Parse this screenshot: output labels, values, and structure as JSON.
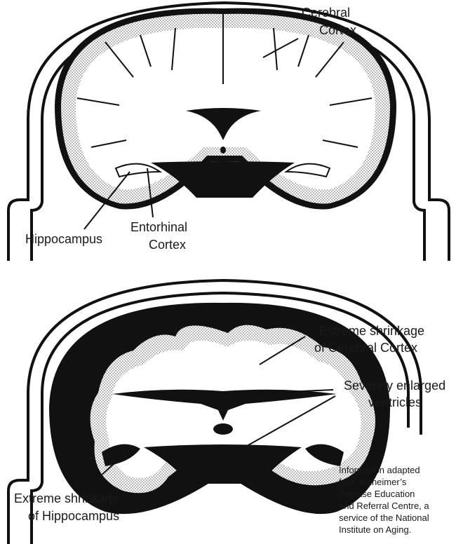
{
  "healthy_brain": {
    "labels": {
      "cerebral_cortex": [
        "Cerebral",
        "Cortex"
      ],
      "hippocampus": "Hippocampus",
      "entorhinal_cortex": [
        "Entorhinal",
        "Cortex"
      ]
    }
  },
  "alzheimers_brain": {
    "labels": {
      "cortex_shrinkage": [
        "Extreme shrinkage",
        "of Cerebral Cortex"
      ],
      "ventricles": [
        "Severely enlarged",
        "ventricles"
      ],
      "hippocampus_shrinkage": [
        "Extreme shrinkage",
        "of Hippocampus"
      ]
    }
  },
  "source_note": [
    "Information adapted",
    "from Alzheimer’s",
    "Disease Education",
    "and Referral Centre, a",
    "service of the National",
    "Institute on Aging."
  ],
  "colors": {
    "ink": "#111111",
    "tissue": "#ffffff",
    "stipple": "#9a9a9a"
  }
}
